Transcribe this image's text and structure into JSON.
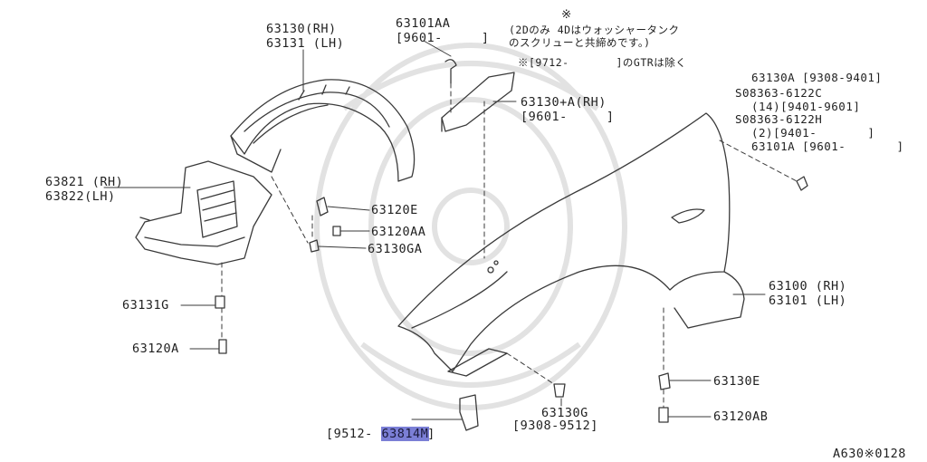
{
  "diagram": {
    "colors": {
      "line": "#3a3a3a",
      "watermark": "#e2e2e2",
      "highlight": "#7b7fd6"
    },
    "labels": {
      "p63130_rh": "63130(RH)",
      "p63131_lh": "63131 (LH)",
      "p63101aa": "63101AA",
      "p63101aa_date": "[9601-     ]",
      "note_mark": "※",
      "note_line1": "(2Dのみ 4Dはウォッシャータンク",
      "note_line2": "のスクリューと共締めです。)",
      "note_line3": "※[9712-       ]のGTRは除く",
      "p63130a": "63130A [9308-9401]",
      "p08363_6122c": "S08363-6122C",
      "qty14": "(14)[9401-9601]",
      "p08363_6122h": "S08363-6122H",
      "qty2": "(2)[9401-       ]",
      "p63101a": "63101A [9601-       ]",
      "p63130_plus_a": "63130+A(RH)",
      "p63130_plus_a_date": "[9601-     ]",
      "p63821": "63821 (RH)",
      "p63822": "63822(LH)",
      "p63120e": "63120E",
      "p63120aa": "63120AA",
      "p63130ga": "63130GA",
      "p63131g": "63131G",
      "p63120a": "63120A",
      "p63100": "63100 (RH)",
      "p63101": "63101 (LH)",
      "p63130e": "63130E",
      "p63120ab": "63120AB",
      "p63130g": "63130G",
      "p63130g_date": "[9308-9512]",
      "p63814m": "63814M",
      "p63814m_date": "[9512-       ]",
      "diagram_code": "A630※0128"
    }
  }
}
